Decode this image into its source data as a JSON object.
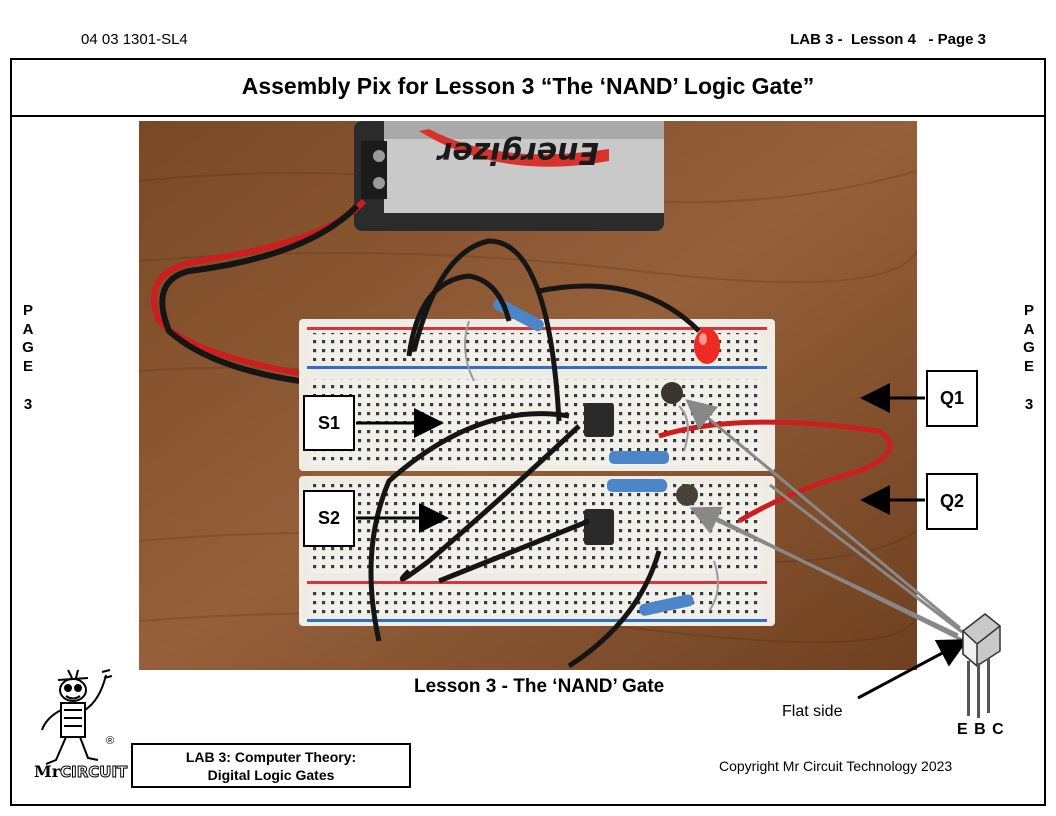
{
  "header": {
    "doc_id": "04 03 1301-SL4",
    "page_ref": "LAB 3 -  Lesson 4   - Page 3"
  },
  "title": "Assembly Pix for Lesson 3 “The ‘NAND’ Logic Gate”",
  "side_left": {
    "letters": [
      "P",
      "A",
      "G",
      "E"
    ],
    "number": "3"
  },
  "side_right": {
    "letters": [
      "P",
      "A",
      "G",
      "E"
    ],
    "number": "3"
  },
  "labels": {
    "s1": "S1",
    "s2": "S2",
    "q1": "Q1",
    "q2": "Q2"
  },
  "caption": "Lesson 3 - The ‘NAND’ Gate",
  "battery_brand": "Energizer",
  "transistor": {
    "flat_side": "Flat side",
    "pins": "E B C"
  },
  "course": {
    "line1": "LAB 3:  Computer Theory:",
    "line2": "Digital Logic Gates"
  },
  "logo": {
    "mr": "Mr",
    "circuit": "CIRCUIT",
    "registered": "®"
  },
  "copyright": "Copyright Mr Circuit Technology 2023",
  "colors": {
    "wood": "#8a5530",
    "breadboard": "#f2f0ea",
    "rail_red": "#d8353a",
    "rail_blue": "#2f6fc8",
    "wire_red": "#cc1e1e",
    "wire_black": "#151515",
    "led_red": "#ee2a22"
  }
}
